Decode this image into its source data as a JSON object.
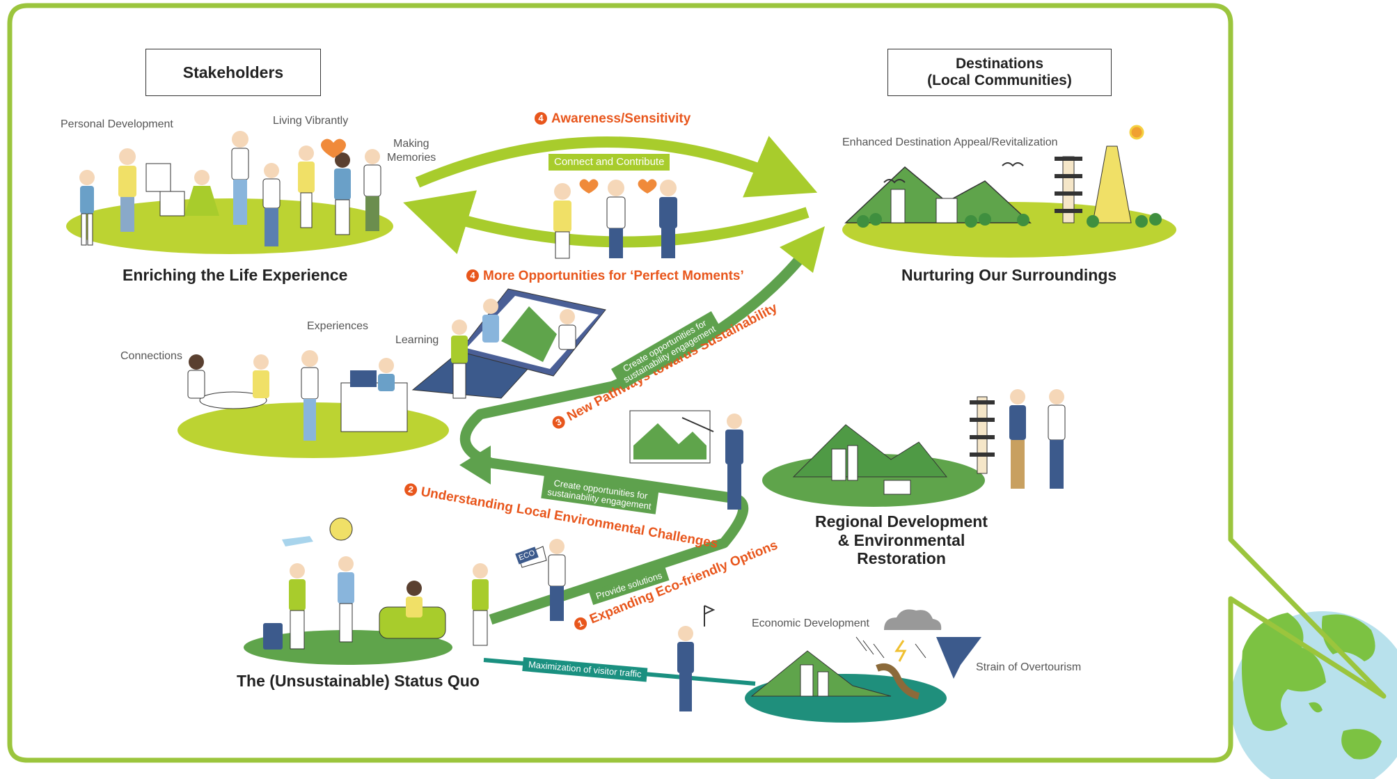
{
  "colors": {
    "frame": "#9bc53d",
    "arrow_light": "#a8cc2c",
    "arrow_mid": "#5ea14d",
    "arrow_teal": "#1a9080",
    "orange": "#e8561c",
    "ground_lime": "#bcd332",
    "ground_green": "#5fa44b",
    "ground_teal": "#1f8f7c"
  },
  "headers": {
    "stakeholders": "Stakeholders",
    "destinations_line1": "Destinations",
    "destinations_line2": "(Local Communities)"
  },
  "titles": {
    "enriching": "Enriching the Life Experience",
    "nurturing": "Nurturing Our Surroundings",
    "regional_line1": "Regional Development",
    "regional_line2": "& Environmental",
    "regional_line3": "Restoration",
    "status_quo": "The (Unsustainable) Status Quo"
  },
  "labels": {
    "personal_development": "Personal Development",
    "living_vibrantly": "Living Vibrantly",
    "making_memories_1": "Making",
    "making_memories_2": "Memories",
    "enhanced_appeal": "Enhanced Destination Appeal/Revitalization",
    "connections": "Connections",
    "experiences": "Experiences",
    "learning": "Learning",
    "economic_development": "Economic Development",
    "strain_overtourism": "Strain of Overtourism"
  },
  "steps": {
    "awareness_num": "4",
    "awareness": "Awareness/Sensitivity",
    "perfect_num": "4",
    "perfect_moments": "More Opportunities for ‘Perfect Moments’",
    "pathways_num": "3",
    "pathways": "New Pathways towards Sustainability",
    "understanding_num": "2",
    "understanding": "Understanding Local Environmental Challenges",
    "expanding_num": "1",
    "expanding": "Expanding Eco-friendly Options"
  },
  "tags": {
    "connect_contribute": "Connect and Contribute",
    "create_opps_1a": "Create opportunities for",
    "create_opps_1b": "sustainability engagement",
    "create_opps_2a": "Create opportunities for",
    "create_opps_2b": "sustainability engagement",
    "provide_solutions": "Provide solutions",
    "maximization": "Maximization of visitor traffic",
    "eco": "ECO"
  },
  "icons": [
    "globe-icon",
    "heart-icon",
    "sun-icon",
    "bird-icon",
    "cloud-icon",
    "tornado-icon",
    "airplane-icon",
    "flag-icon",
    "pagoda-icon",
    "tower-icon",
    "laptop-icon",
    "megaphone-icon"
  ]
}
